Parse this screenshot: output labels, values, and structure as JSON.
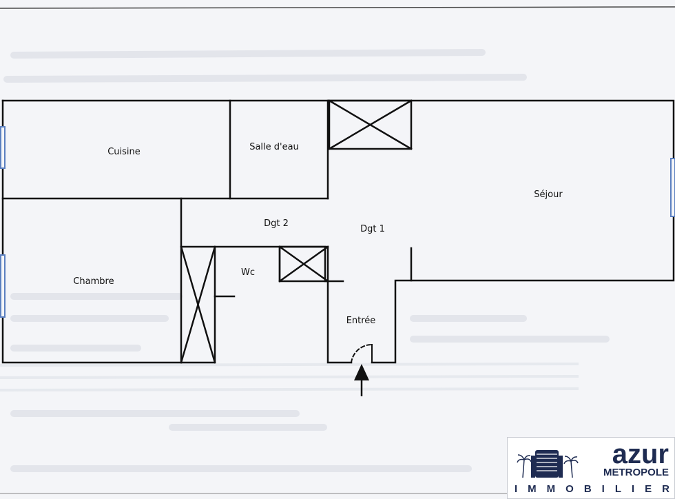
{
  "rooms": {
    "cuisine": "Cuisine",
    "salle_deau": "Salle d'eau",
    "sejour": "Séjour",
    "dgt2": "Dgt 2",
    "dgt1": "Dgt 1",
    "chambre": "Chambre",
    "wc": "Wc",
    "entree": "Entrée"
  },
  "logo": {
    "brand": "azur",
    "sub": "METROPOLE",
    "tag": "IMMOBILIER",
    "icon": "palm-building-logo-icon"
  },
  "colors": {
    "walls": "#111111",
    "brand": "#1f2c52",
    "window": "#5a7fc0"
  }
}
